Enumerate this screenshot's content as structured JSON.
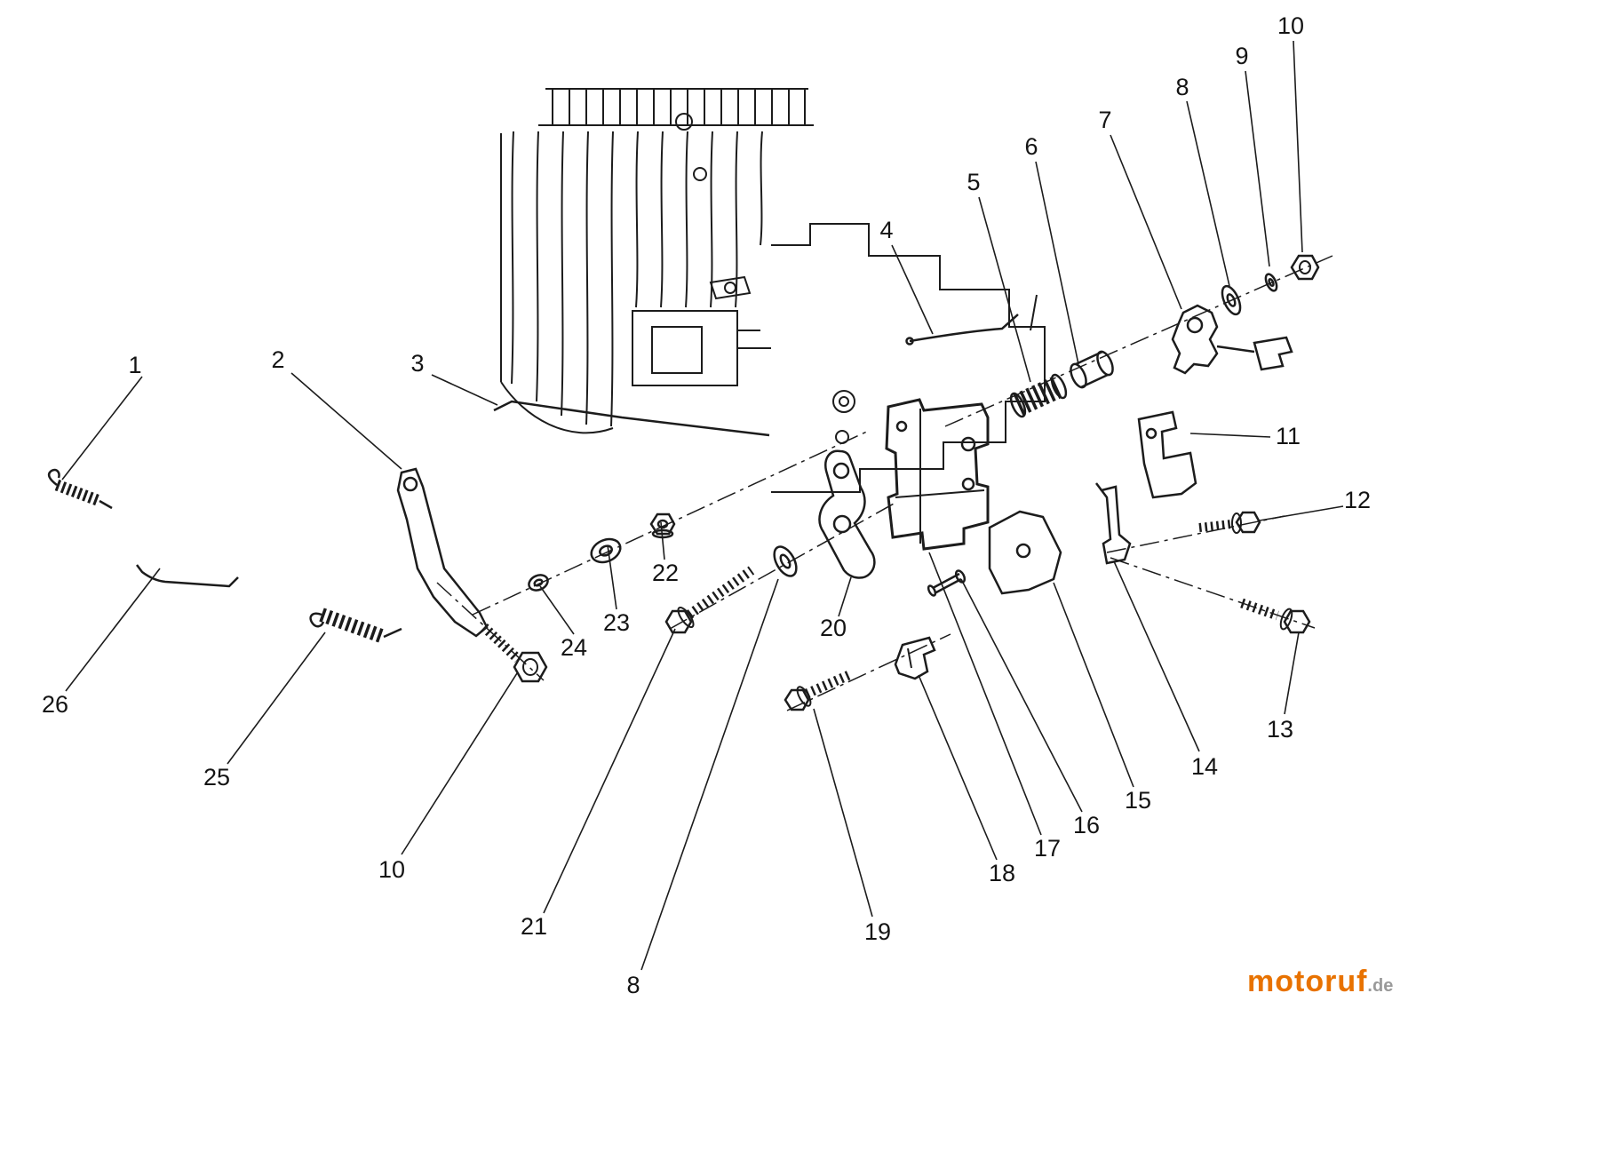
{
  "callouts": [
    {
      "label": "1"
    },
    {
      "label": "2"
    },
    {
      "label": "3"
    },
    {
      "label": "4"
    },
    {
      "label": "5"
    },
    {
      "label": "6"
    },
    {
      "label": "7"
    },
    {
      "label": "8"
    },
    {
      "label": "9"
    },
    {
      "label": "10"
    },
    {
      "label": "11"
    },
    {
      "label": "12"
    },
    {
      "label": "13"
    },
    {
      "label": "14"
    },
    {
      "label": "15"
    },
    {
      "label": "16"
    },
    {
      "label": "17"
    },
    {
      "label": "18"
    },
    {
      "label": "19"
    },
    {
      "label": "20"
    },
    {
      "label": "21"
    },
    {
      "label": "22"
    },
    {
      "label": "23"
    },
    {
      "label": "24"
    },
    {
      "label": "25"
    },
    {
      "label": "26"
    },
    {
      "label": "10"
    },
    {
      "label": "8"
    }
  ],
  "watermark": {
    "brand": "motoruf",
    "domain": ".de"
  },
  "colors": {
    "line": "#1c1c1c",
    "background": "#ffffff",
    "watermark_brand": "#e87200",
    "watermark_domain": "#9a9a9a"
  }
}
